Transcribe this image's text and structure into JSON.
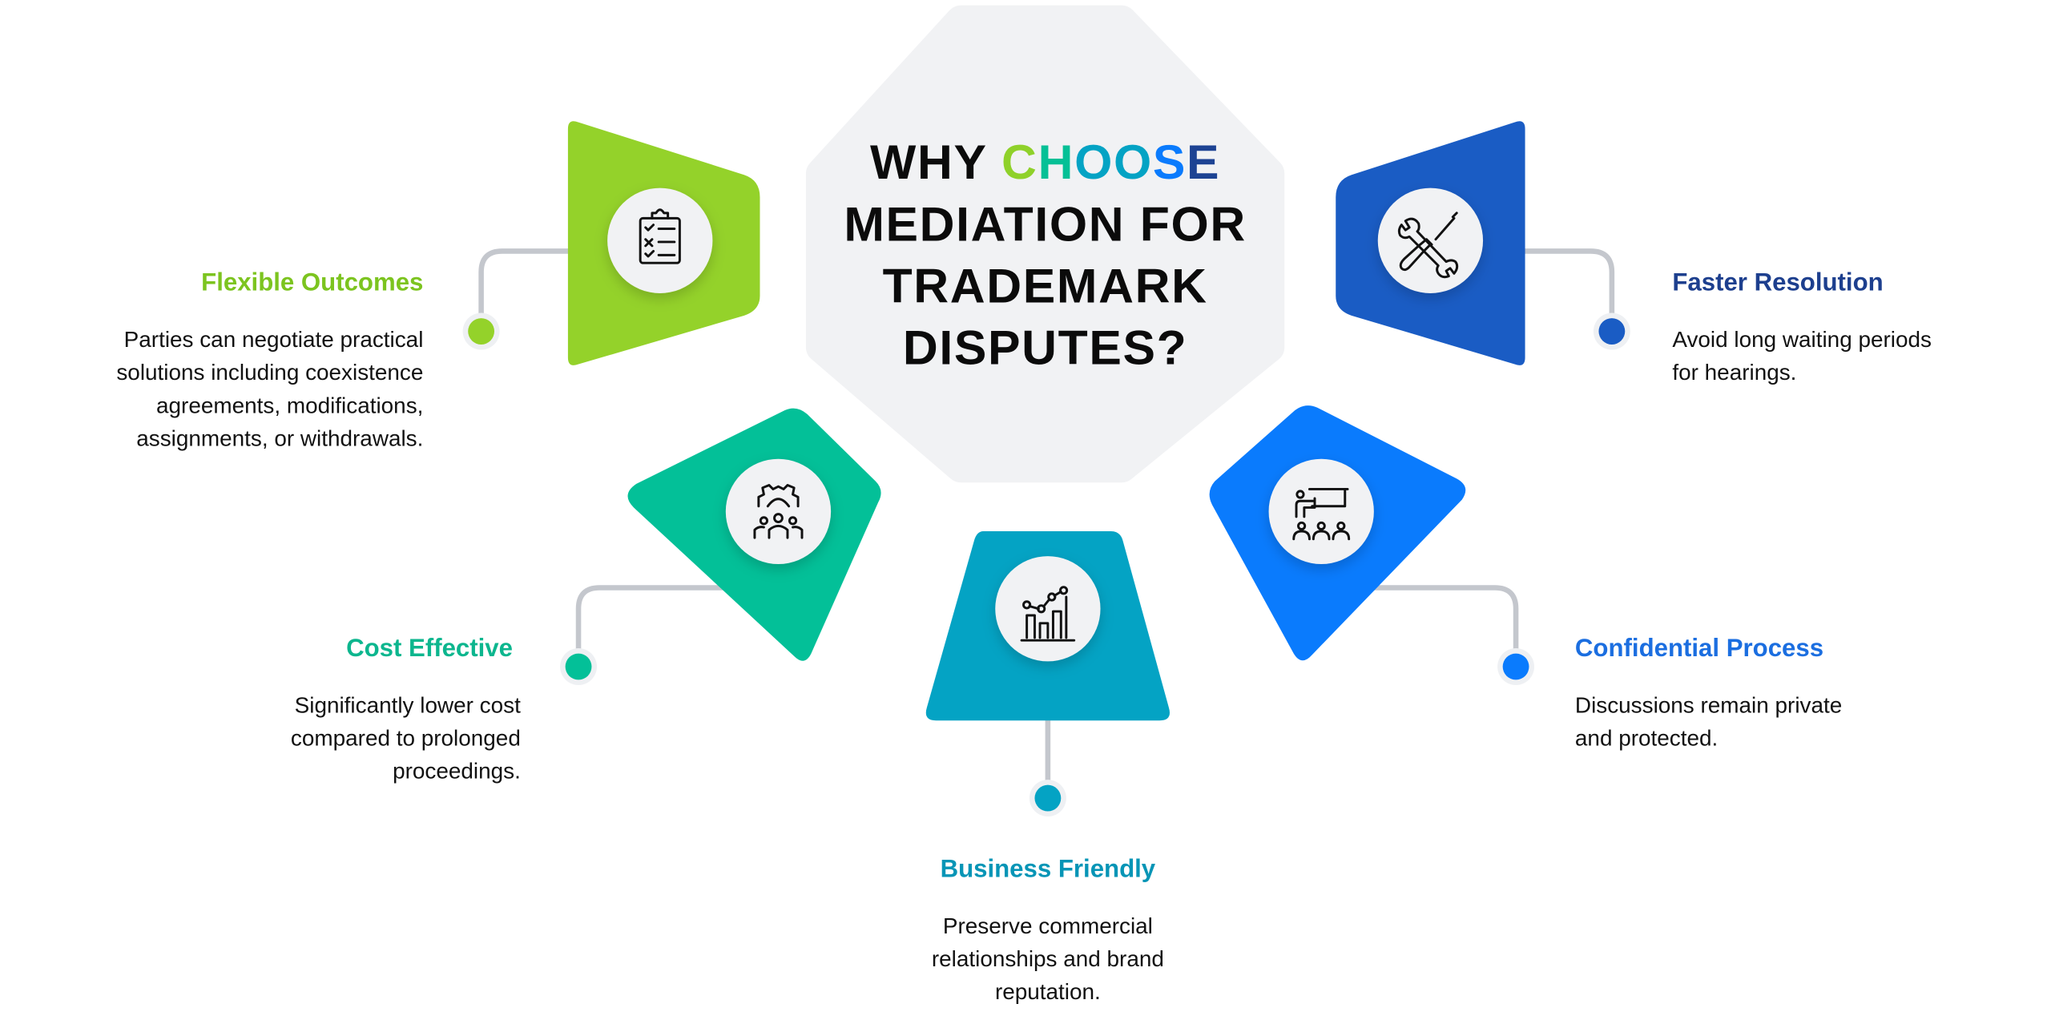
{
  "title": {
    "line1_prefix": "WHY ",
    "choose_letters": [
      "C",
      "H",
      "O",
      "O",
      "S",
      "E"
    ],
    "choose_colors": [
      "#8fd12a",
      "#05c096",
      "#04a3c4",
      "#04a3c4",
      "#0a7bfd",
      "#1d4393"
    ],
    "line2": "MEDIATION FOR",
    "line3": "TRADEMARK",
    "line4": "DISPUTES?"
  },
  "items": [
    {
      "heading": "Flexible Outcomes",
      "color": "#7cc41f",
      "shape_color": "#94d22a",
      "icon": "clipboard-checklist-icon",
      "lines": [
        "Parties can negotiate practical",
        "solutions including coexistence",
        "agreements, modifications,",
        "assignments, or withdrawals."
      ]
    },
    {
      "heading": "Cost Effective",
      "color": "#0cb68e",
      "shape_color": "#03c098",
      "icon": "gear-team-icon",
      "lines": [
        "Significantly lower cost",
        "compared to prolonged",
        "proceedings."
      ]
    },
    {
      "heading": "Business Friendly",
      "color": "#0795b6",
      "shape_color": "#04a3c4",
      "icon": "bar-chart-growth-icon",
      "lines": [
        "Preserve commercial",
        "relationships and brand",
        "reputation."
      ]
    },
    {
      "heading": "Confidential Process",
      "color": "#1b6ee0",
      "shape_color": "#0a7bfd",
      "icon": "presentation-audience-icon",
      "lines": [
        "Discussions remain private",
        "and protected."
      ]
    },
    {
      "heading": "Faster Resolution",
      "color": "#1d3f8e",
      "shape_color": "#1a5cc4",
      "icon": "wrench-screwdriver-icon",
      "lines": [
        "Avoid long waiting periods",
        "for hearings."
      ]
    }
  ]
}
